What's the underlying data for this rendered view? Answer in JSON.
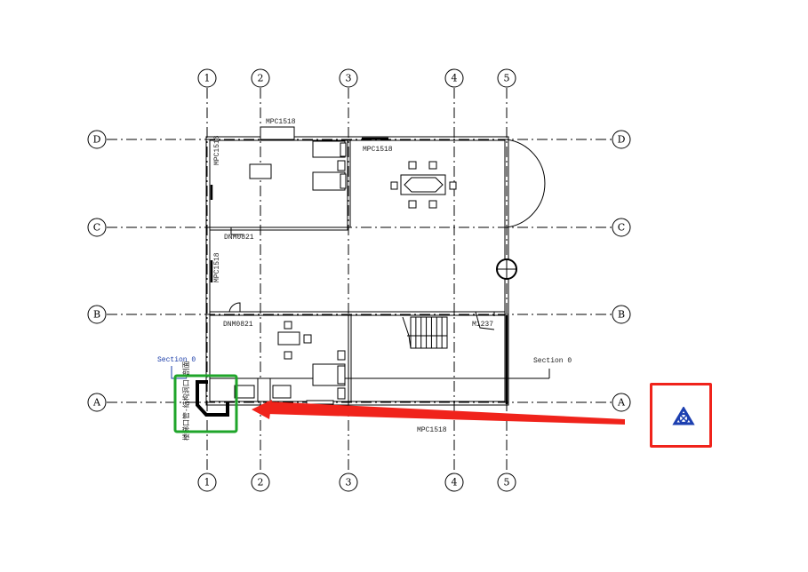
{
  "grid": {
    "columns": [
      "1",
      "2",
      "3",
      "4",
      "5"
    ],
    "rows": [
      "D",
      "C",
      "B",
      "A"
    ]
  },
  "labels": {
    "window_top": "MPC1518",
    "window_dining": "MPC1518",
    "window_left_upper": "MPC1518",
    "window_left_middle": "MPC1518",
    "door_upper": "DNM0821",
    "door_lower": "DNM0821",
    "door_right": "M1237",
    "window_bottom": "MPC1518",
    "section_left": "Section 0",
    "section_right": "Section 0",
    "vertical_note": "楼梯口管-结构洞口-剖面"
  },
  "colors": {
    "highlight_box": "#1fa52a",
    "arrow": "#f0231b",
    "tool_box": "#f0231b",
    "tool_icon": "#1c3fb0"
  },
  "tool": {
    "icon": "autodesk-triangle-icon"
  }
}
